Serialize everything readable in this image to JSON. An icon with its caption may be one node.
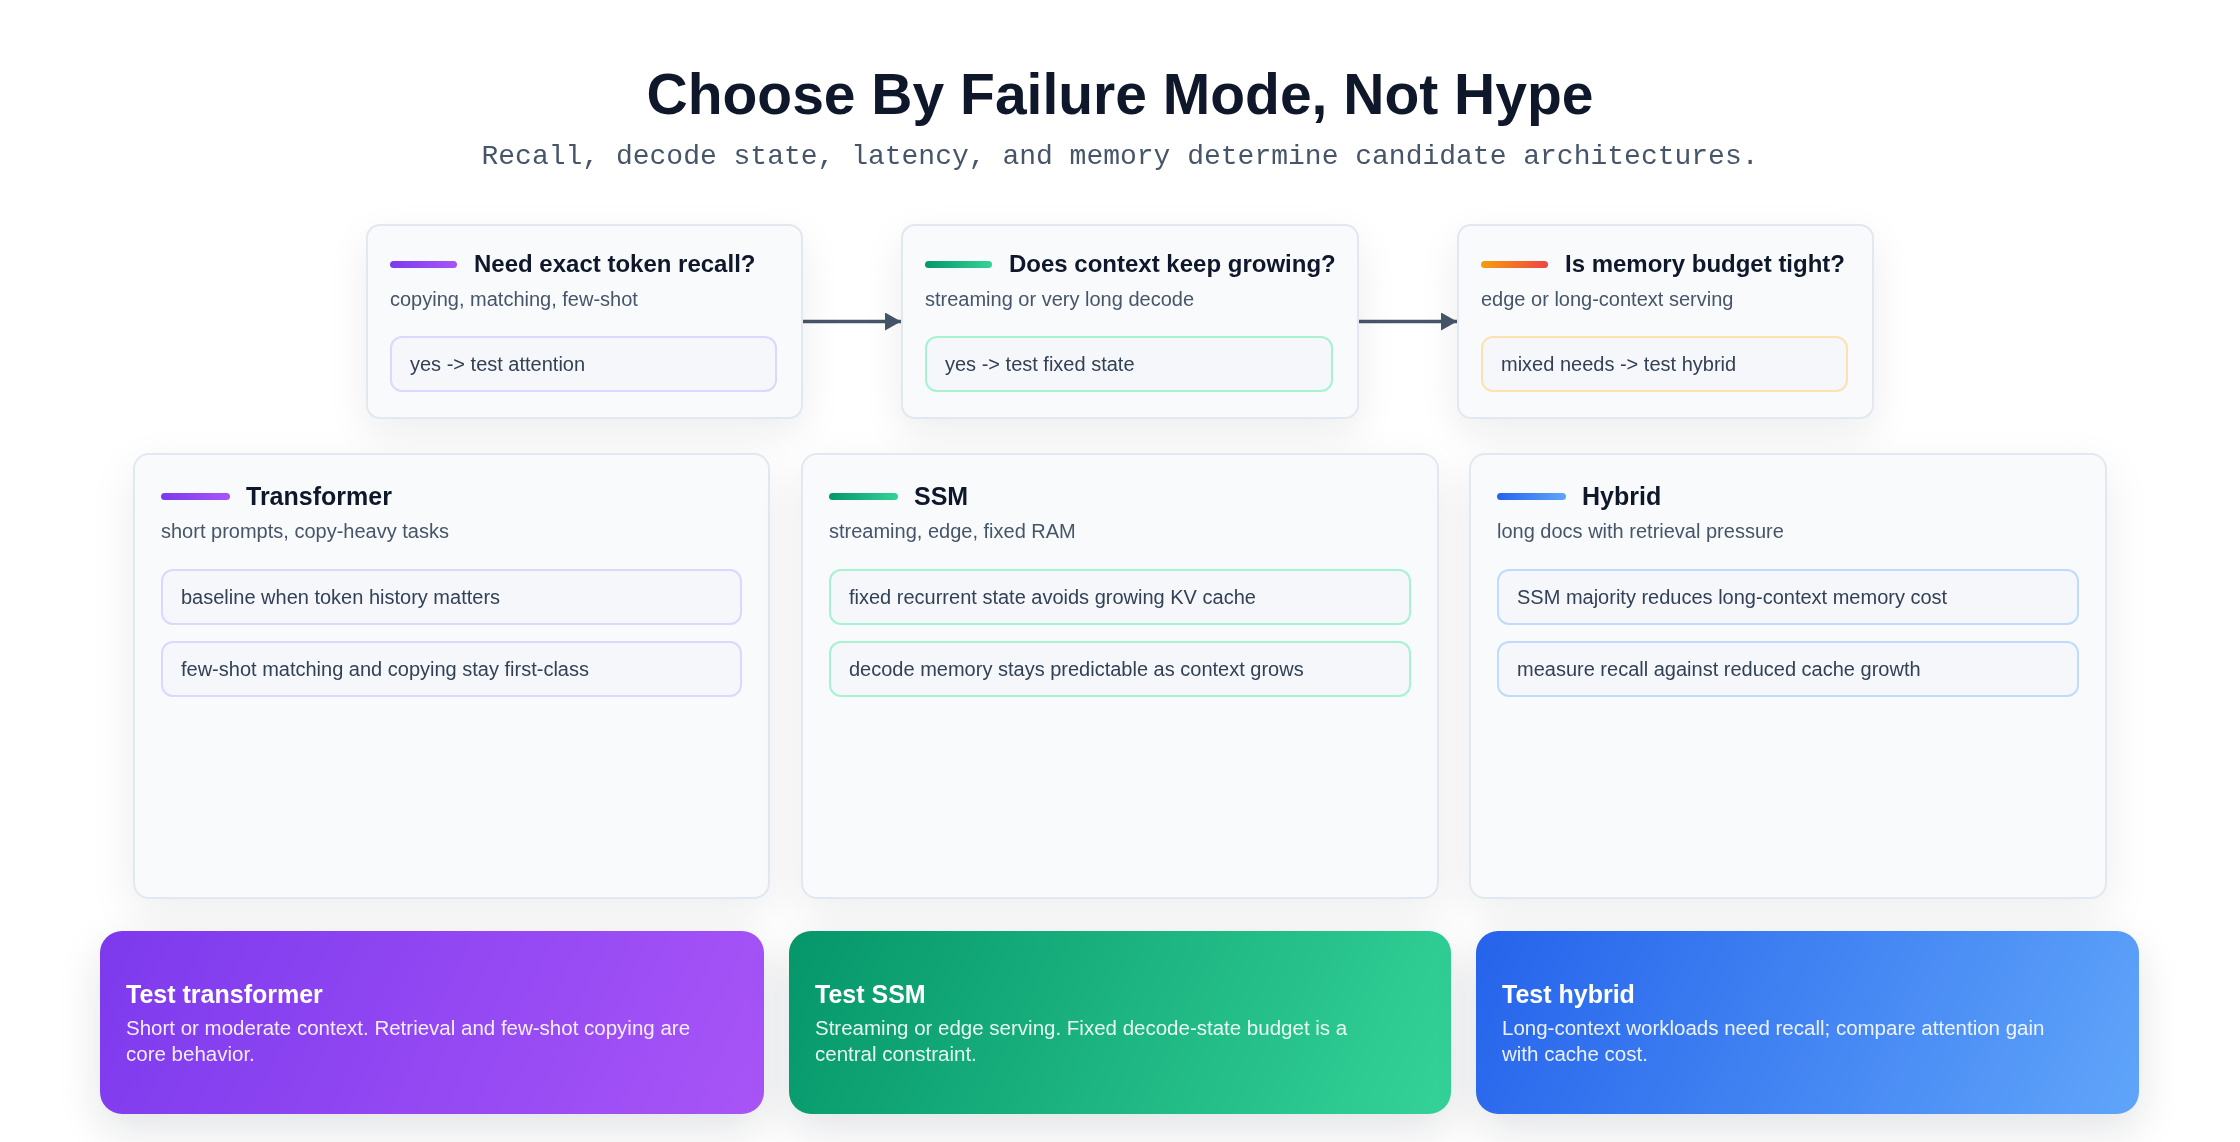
{
  "diagram": {
    "title": "Choose By Failure Mode, Not Hype",
    "nodes": [
      {
        "text": [
          "Need exact token recall?",
          "copying, matching, few-shot"
        ]
      },
      {
        "text": [
          "yes -> test attention"
        ],
        "in": 0
      },
      {
        "text": [
          "Does context keep growing?",
          "streaming or very long decode"
        ]
      },
      {
        "text": [
          "yes -> test fixed state"
        ],
        "in": 2
      },
      {
        "text": [
          "Is memory budget tight?",
          "edge or long-context serving"
        ]
      },
      {
        "text": [
          "mixed needs -> test hybrid"
        ],
        "in": 4
      },
      {
        "text": [
          "Transformer",
          "short prompts, copy-heavy tasks"
        ]
      },
      {
        "text": [
          "baseline when token history matters"
        ],
        "in": 6
      },
      {
        "text": [
          "few-shot matching and copying stay first-class"
        ],
        "in": 6
      },
      {
        "text": [
          "SSM",
          "streaming, edge, fixed RAM"
        ]
      },
      {
        "text": [
          "fixed recurrent state avoids growing KV cache"
        ],
        "in": 9
      },
      {
        "text": [
          "decode memory stays predictable as context grows"
        ],
        "in": 9
      },
      {
        "text": [
          "Hybrid",
          "long docs with retrieval pressure"
        ]
      },
      {
        "text": [
          "SSM majority reduces long-context memory cost"
        ],
        "in": 12
      },
      {
        "text": [
          "measure recall against reduced cache growth"
        ],
        "in": 12
      },
      {
        "text": [
          "Test transformer",
          "Short or moderate context. Retrieval and few-shot copying are core behavior."
        ]
      },
      {
        "text": [
          "Test SSM",
          "Streaming or edge serving. Fixed decode-state budget is a central constraint."
        ]
      },
      {
        "text": [
          "Test hybrid",
          "Long-context workloads need recall; compare attention gain with cache cost."
        ]
      }
    ],
    "edges": [
      {
        "from": 0,
        "to": 2,
        "arrow": "to"
      },
      {
        "from": 2,
        "to": 4,
        "arrow": "to"
      }
    ],
    "labels": [
      "Recall, decode state, latency, and memory determine candidate architectures."
    ]
  }
}
